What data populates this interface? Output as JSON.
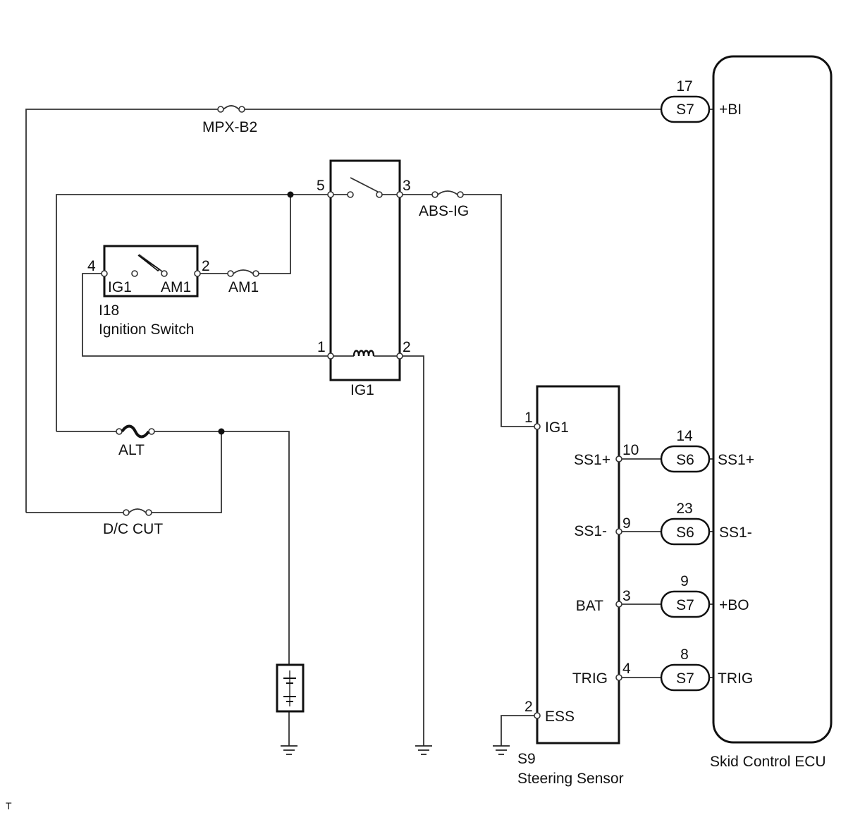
{
  "fuses": {
    "mpx_b2": "MPX-B2",
    "abs_ig": "ABS-IG",
    "am1": "AM1",
    "alt": "ALT",
    "dc_cut": "D/C CUT"
  },
  "ig1_relay": {
    "name": "IG1",
    "pins": [
      "5",
      "3",
      "1",
      "2"
    ]
  },
  "ignition_switch": {
    "code": "I18",
    "name": "Ignition Switch",
    "pin_left": "4",
    "pin_right": "2",
    "term_left": "IG1",
    "term_right": "AM1"
  },
  "steering_sensor": {
    "code": "S9",
    "name": "Steering Sensor",
    "terminals": [
      {
        "pin": "1",
        "label": "IG1"
      },
      {
        "pin": "10",
        "label": "SS1+"
      },
      {
        "pin": "9",
        "label": "SS1-"
      },
      {
        "pin": "3",
        "label": "BAT"
      },
      {
        "pin": "4",
        "label": "TRIG"
      },
      {
        "pin": "2",
        "label": "ESS"
      }
    ]
  },
  "ecu": {
    "name": "Skid Control ECU",
    "connections": [
      {
        "pin": "17",
        "connector": "S7",
        "label": "+BI"
      },
      {
        "pin": "14",
        "connector": "S6",
        "label": "SS1+"
      },
      {
        "pin": "23",
        "connector": "S6",
        "label": "SS1-"
      },
      {
        "pin": "9",
        "connector": "S7",
        "label": "+BO"
      },
      {
        "pin": "8",
        "connector": "S7",
        "label": "TRIG"
      }
    ]
  },
  "footer_mark": "T"
}
